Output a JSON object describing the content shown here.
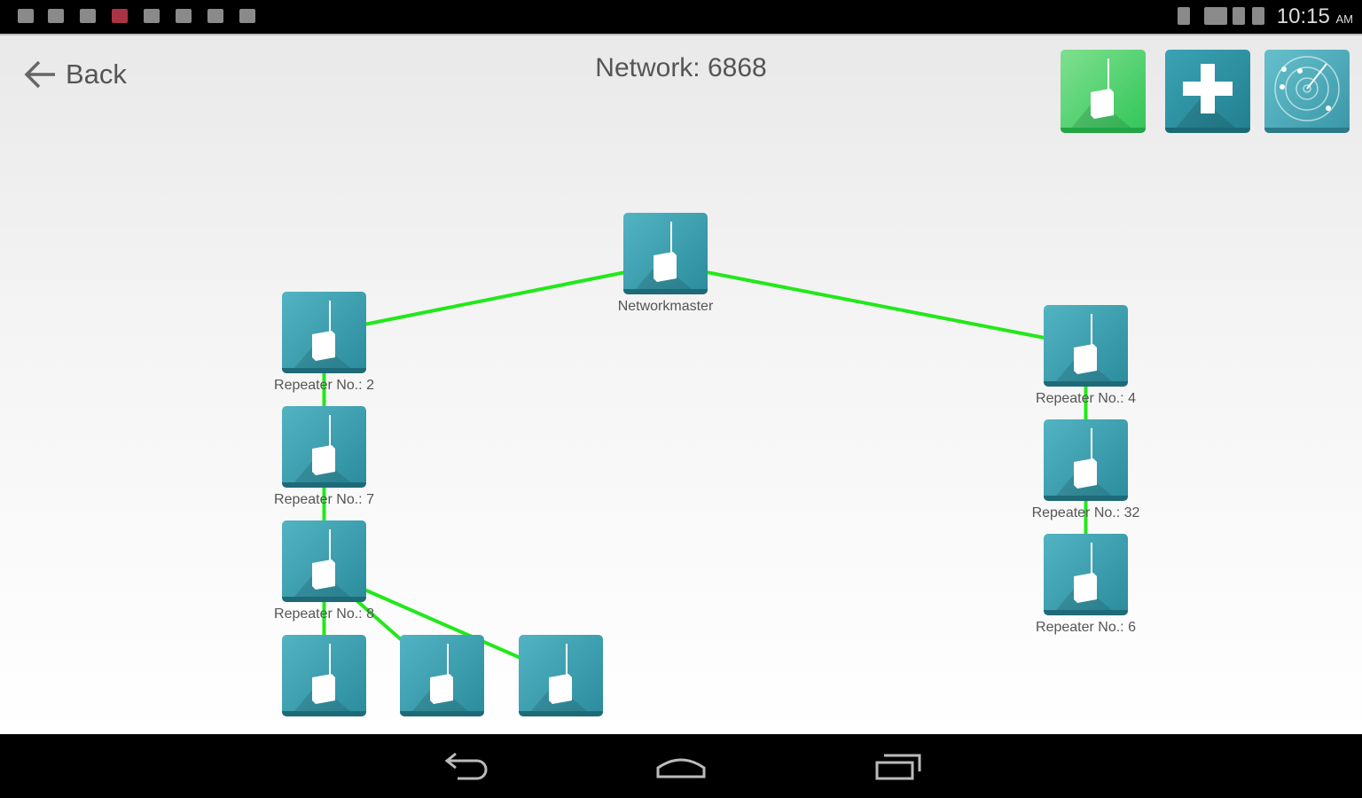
{
  "status_bar": {
    "left_icons": [
      "usb-icon",
      "mail-icon",
      "image-icon",
      "shield-icon",
      "calendar-icon",
      "warning-icon",
      "sd-card-icon",
      "sync-icon"
    ],
    "right_icons": [
      "bluetooth-icon",
      "wifi-icon",
      "signal-icon",
      "battery-icon"
    ],
    "time": "10:15",
    "ampm": "AM"
  },
  "header": {
    "back_label": "Back",
    "title": "Network: 6868"
  },
  "toolbar": [
    "device-button",
    "add-button",
    "scan-button"
  ],
  "link_color": "#22e81a",
  "nodes": [
    {
      "id": "nm",
      "label": "Networkmaster"
    },
    {
      "id": "r2",
      "label": "Repeater No.: 2"
    },
    {
      "id": "r7",
      "label": "Repeater No.: 7"
    },
    {
      "id": "r8",
      "label": "Repeater No.: 8"
    },
    {
      "id": "b1",
      "label": ""
    },
    {
      "id": "b2",
      "label": ""
    },
    {
      "id": "b3",
      "label": ""
    },
    {
      "id": "r4",
      "label": "Repeater No.: 4"
    },
    {
      "id": "r32",
      "label": "Repeater No.: 32"
    },
    {
      "id": "r6",
      "label": "Repeater No.: 6"
    }
  ],
  "links": [
    [
      "nm",
      "r2"
    ],
    [
      "nm",
      "r4"
    ],
    [
      "r2",
      "r7"
    ],
    [
      "r7",
      "r8"
    ],
    [
      "r8",
      "b1"
    ],
    [
      "r8",
      "b2"
    ],
    [
      "r8",
      "b3"
    ],
    [
      "r4",
      "r32"
    ],
    [
      "r32",
      "r6"
    ]
  ]
}
